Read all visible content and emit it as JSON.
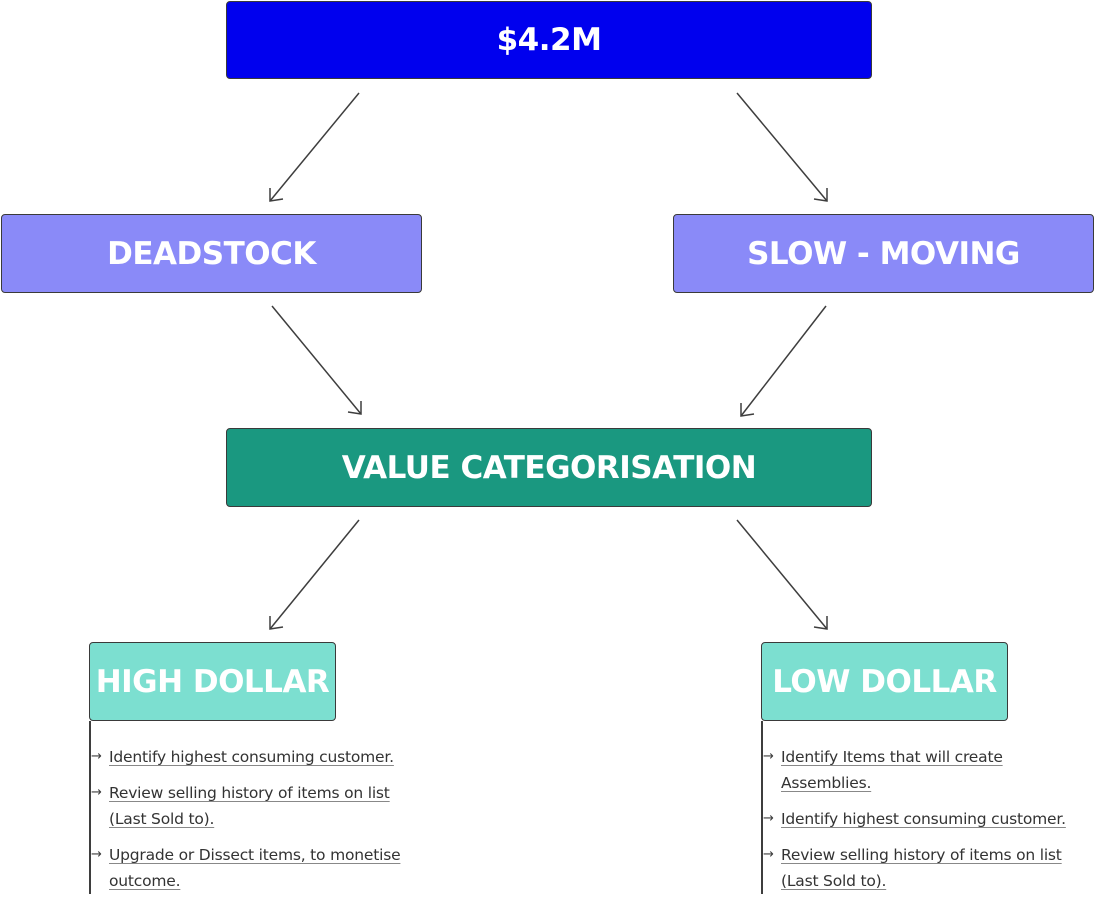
{
  "nodes": {
    "top": "$4.2M",
    "deadstock": "DEADSTOCK",
    "slow_moving": "SLOW - MOVING",
    "value_categorisation": "VALUE CATEGORISATION",
    "high_dollar": "HIGH DOLLAR",
    "low_dollar": "LOW DOLLAR"
  },
  "high_dollar_tasks": [
    "Identify highest consuming customer.",
    "Review selling history of items on list (Last Sold to).",
    "Upgrade or Dissect items, to monetise outcome."
  ],
  "low_dollar_tasks": [
    "Identify Items that will create Assemblies.",
    "Identify highest consuming customer.",
    "Review selling history of items on list (Last Sold to)."
  ],
  "colors": {
    "top": "#0000ee",
    "middle": "#8a8af8",
    "categorisation": "#1a9880",
    "leaf": "#7cdfd0"
  }
}
